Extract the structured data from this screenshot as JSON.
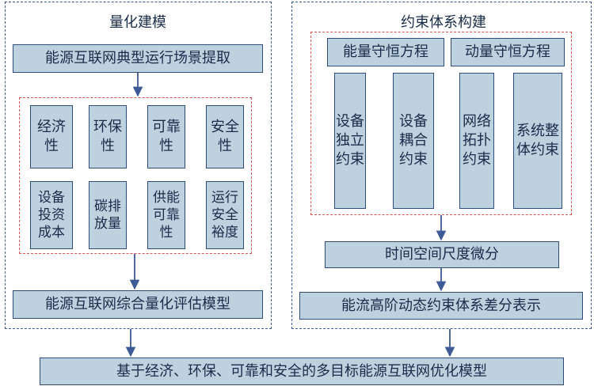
{
  "left_panel": {
    "title": "量化建模",
    "top_box": "能源互联网典型运行场景提取",
    "indicators_row1": [
      "经济性",
      "环保性",
      "可靠性",
      "安全性"
    ],
    "indicators_row2": [
      "设备投资成本",
      "碳排放量",
      "供能可靠性",
      "运行安全裕度"
    ],
    "bottom_box": "能源互联网综合量化评估模型"
  },
  "right_panel": {
    "title": "约束体系构建",
    "equations": [
      "能量守恒方程",
      "动量守恒方程"
    ],
    "constraints": [
      "设备独立约束",
      "设备耦合约束",
      "网络拓扑约束",
      "系统整体约束"
    ],
    "discretization_box": "时间空间尺度微分",
    "bottom_box": "能流高阶动态约束体系差分表示"
  },
  "final_box": "基于经济、环保、可靠和安全的多目标能源互联网优化模型",
  "colors": {
    "box_fill": "#bdd1de",
    "box_border": "#2f4b78",
    "panel_border": "#3d5a96",
    "subpanel_border": "#d9534f",
    "arrow": "#3d5a96"
  }
}
